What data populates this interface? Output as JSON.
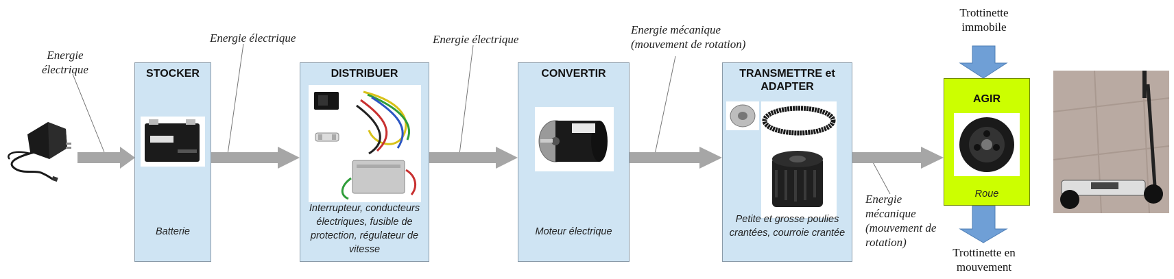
{
  "stages": [
    {
      "id": "stocker",
      "title": "STOCKER",
      "caption": "Batterie"
    },
    {
      "id": "distribuer",
      "title": "DISTRIBUER",
      "caption": "Interrupteur, conducteurs électriques, fusible de protection, régulateur de vitesse"
    },
    {
      "id": "convertir",
      "title": "CONVERTIR",
      "caption": "Moteur électrique"
    },
    {
      "id": "transmettre",
      "title": "TRANSMETTRE et ADAPTER",
      "caption": "Petite et grosse poulies crantées, courroie crantée"
    }
  ],
  "agir": {
    "title": "AGIR",
    "caption": "Roue"
  },
  "flows": {
    "input": "Energie électrique",
    "stocker_to_distribuer": "Energie électrique",
    "distribuer_to_convertir": "Energie électrique",
    "convertir_to_transmettre": "Energie mécanique (mouvement de rotation)",
    "transmettre_to_agir": "Energie mécanique (mouvement de rotation)"
  },
  "states": {
    "before": "Trottinette immobile",
    "after": "Trottinette en mouvement"
  },
  "colors": {
    "box": "#cfe4f3",
    "agir": "#ccff00",
    "arrow_grey": "#a6a6a6",
    "arrow_blue": "#6f9fd6"
  }
}
